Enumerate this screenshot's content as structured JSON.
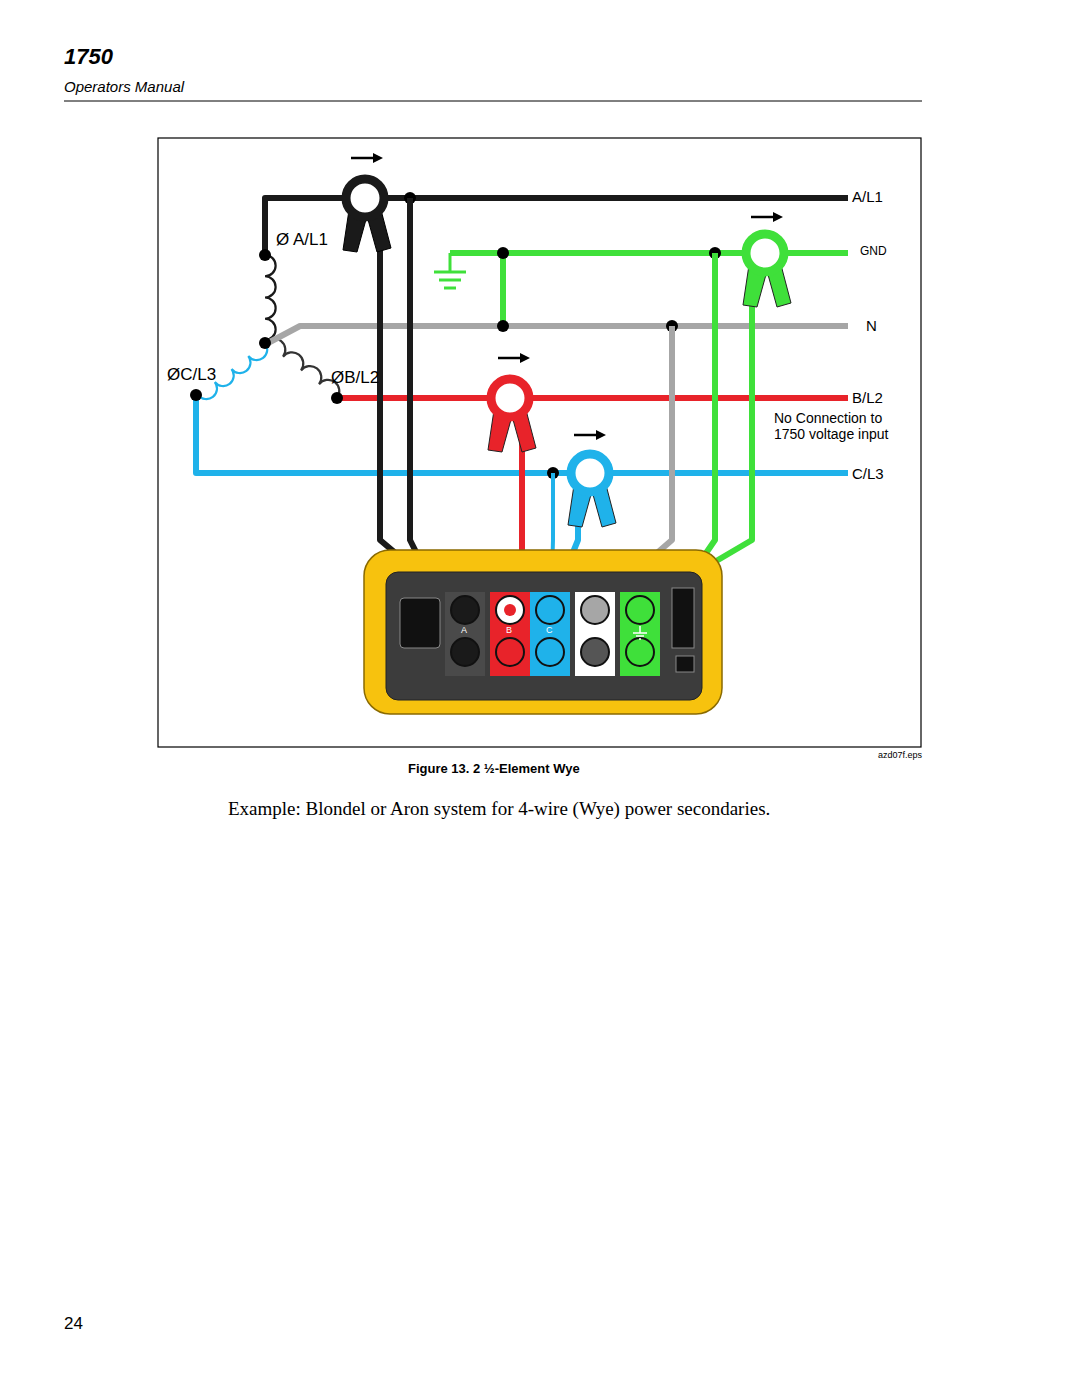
{
  "diagram": {
    "caption": "Figure 13. 2 ½-Element Wye",
    "labels": [
      "1750",
      "Operators Manual",
      "Ø A/L1",
      "ØC/L3",
      "ØB/L2",
      "A/L1",
      "GND",
      "N",
      "B/L2",
      "No Connection to 1750 voltage input",
      "C/L3",
      "A",
      "B",
      "C",
      "N",
      "azd07f.eps",
      "Example: Blondel or Aron system for 4-wire (Wye) power secondaries.",
      "24"
    ]
  }
}
